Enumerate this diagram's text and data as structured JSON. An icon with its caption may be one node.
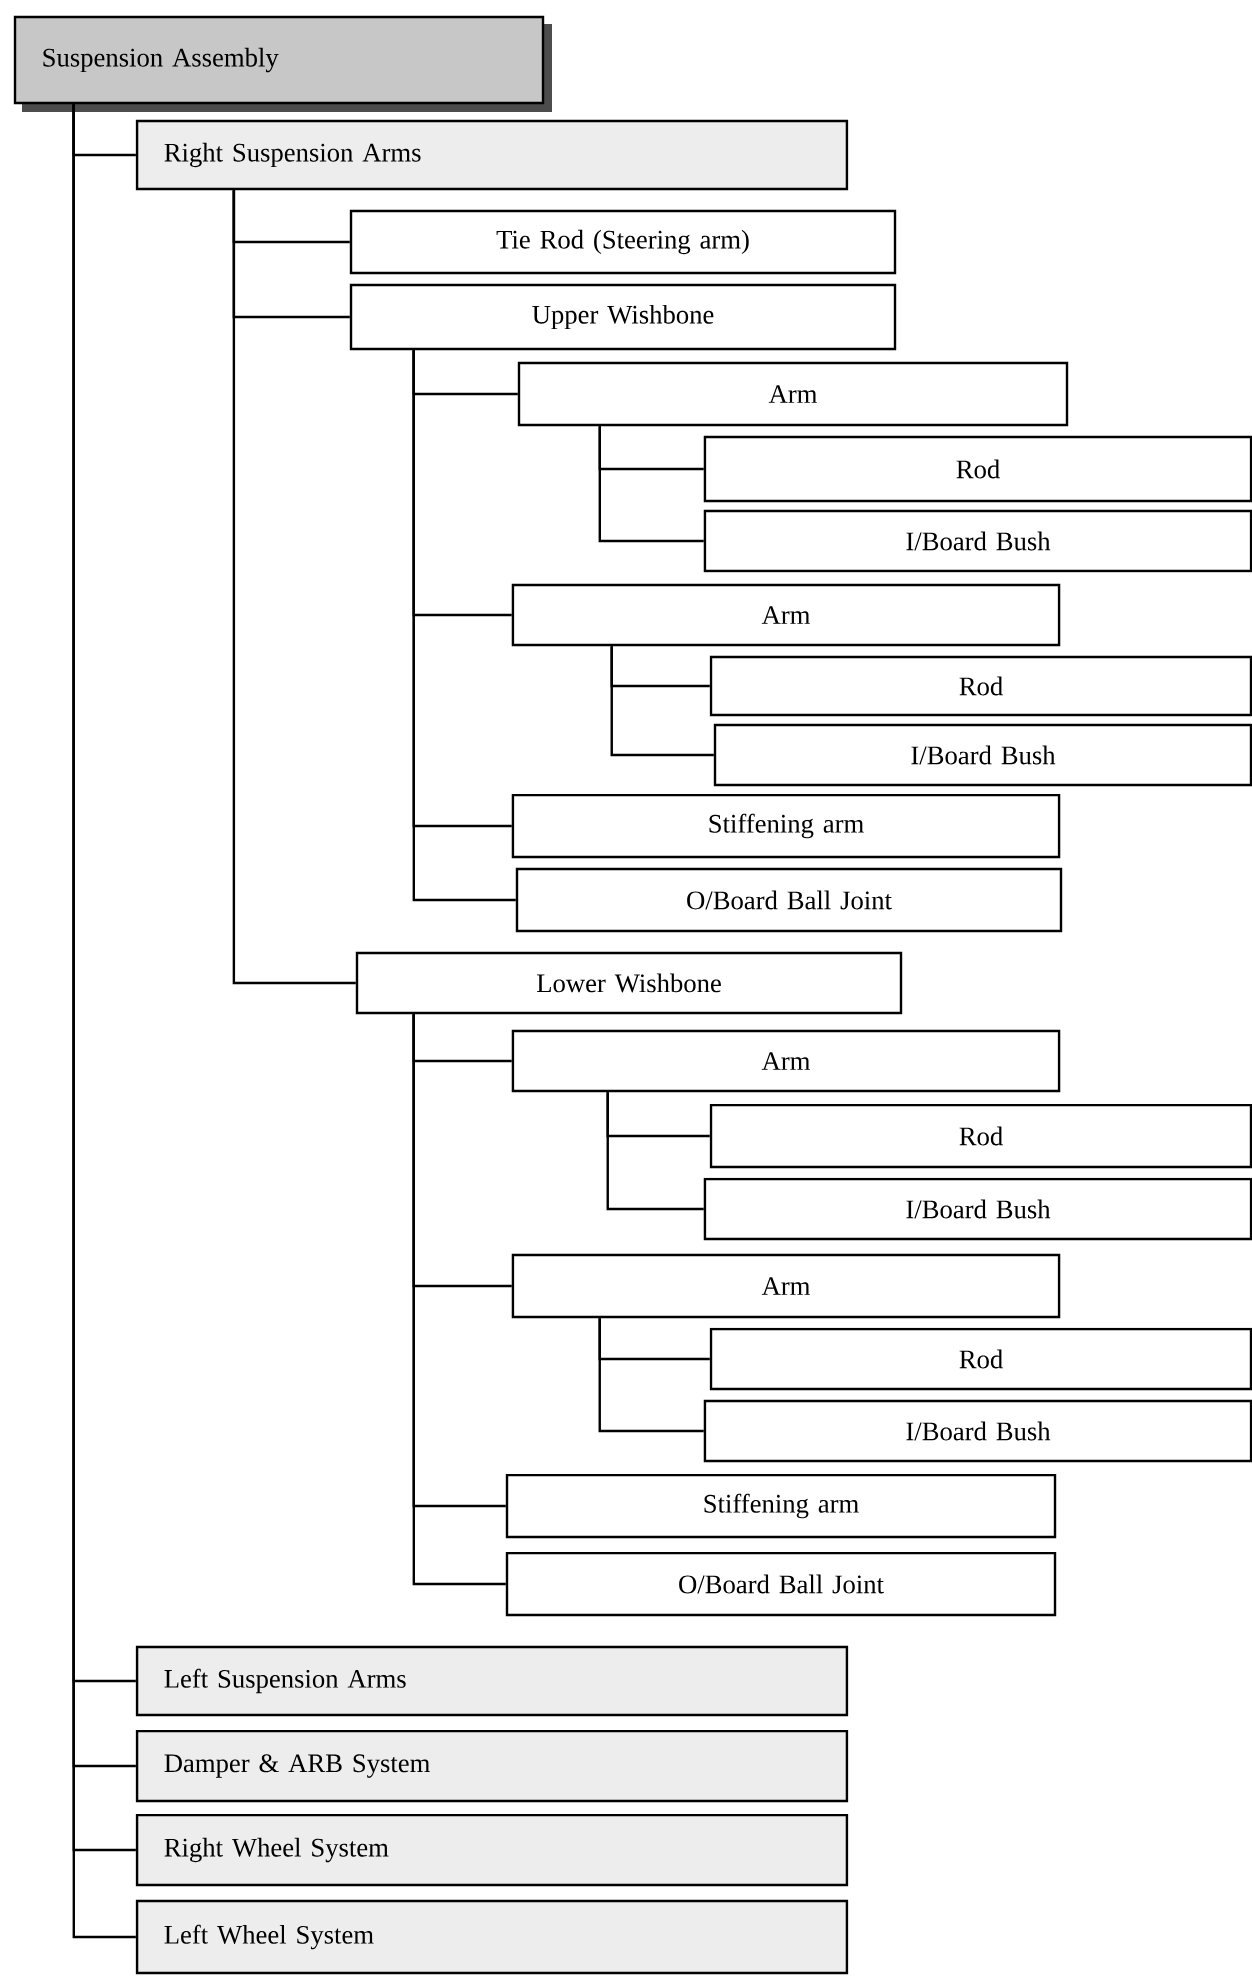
{
  "diagram": {
    "nodes": [
      {
        "text": [
          "Suspension Assembly"
        ]
      },
      {
        "text": [
          "Right Suspension Arms"
        ]
      },
      {
        "text": [
          "Tie Rod (Steering arm)"
        ]
      },
      {
        "text": [
          "Upper Wishbone"
        ]
      },
      {
        "text": [
          "Arm"
        ]
      },
      {
        "text": [
          "Rod"
        ]
      },
      {
        "text": [
          "I/Board Bush"
        ]
      },
      {
        "text": [
          "Arm"
        ]
      },
      {
        "text": [
          "Rod"
        ]
      },
      {
        "text": [
          "I/Board Bush"
        ]
      },
      {
        "text": [
          "Stiffening arm"
        ]
      },
      {
        "text": [
          "O/Board Ball Joint"
        ]
      },
      {
        "text": [
          "Lower Wishbone"
        ]
      },
      {
        "text": [
          "Arm"
        ]
      },
      {
        "text": [
          "Rod"
        ]
      },
      {
        "text": [
          "I/Board Bush"
        ]
      },
      {
        "text": [
          "Arm"
        ]
      },
      {
        "text": [
          "Rod"
        ]
      },
      {
        "text": [
          "I/Board Bush"
        ]
      },
      {
        "text": [
          "Stiffening arm"
        ]
      },
      {
        "text": [
          "O/Board Ball Joint"
        ]
      },
      {
        "text": [
          "Left Suspension Arms"
        ]
      },
      {
        "text": [
          "Damper & ARB System"
        ]
      },
      {
        "text": [
          "Right Wheel System"
        ]
      },
      {
        "text": [
          "Left Wheel System"
        ]
      }
    ],
    "edges": [
      {
        "from": 0,
        "to": 1,
        "arrow": "none"
      },
      {
        "from": 1,
        "to": 2,
        "arrow": "none"
      },
      {
        "from": 1,
        "to": 3,
        "arrow": "none"
      },
      {
        "from": 3,
        "to": 4,
        "arrow": "none"
      },
      {
        "from": 4,
        "to": 5,
        "arrow": "none"
      },
      {
        "from": 4,
        "to": 6,
        "arrow": "none"
      },
      {
        "from": 3,
        "to": 7,
        "arrow": "none"
      },
      {
        "from": 7,
        "to": 8,
        "arrow": "none"
      },
      {
        "from": 7,
        "to": 9,
        "arrow": "none"
      },
      {
        "from": 3,
        "to": 10,
        "arrow": "none"
      },
      {
        "from": 3,
        "to": 11,
        "arrow": "none"
      },
      {
        "from": 1,
        "to": 12,
        "arrow": "none"
      },
      {
        "from": 12,
        "to": 13,
        "arrow": "none"
      },
      {
        "from": 13,
        "to": 14,
        "arrow": "none"
      },
      {
        "from": 13,
        "to": 15,
        "arrow": "none"
      },
      {
        "from": 12,
        "to": 16,
        "arrow": "none"
      },
      {
        "from": 16,
        "to": 17,
        "arrow": "none"
      },
      {
        "from": 16,
        "to": 18,
        "arrow": "none"
      },
      {
        "from": 12,
        "to": 19,
        "arrow": "none"
      },
      {
        "from": 12,
        "to": 20,
        "arrow": "none"
      },
      {
        "from": 0,
        "to": 21,
        "arrow": "none"
      },
      {
        "from": 0,
        "to": 22,
        "arrow": "none"
      },
      {
        "from": 0,
        "to": 23,
        "arrow": "none"
      },
      {
        "from": 0,
        "to": 24,
        "arrow": "none"
      }
    ]
  }
}
